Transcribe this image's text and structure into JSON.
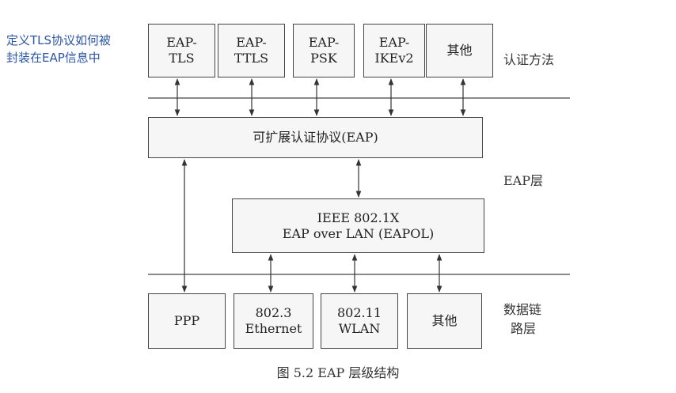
{
  "annotation": [
    "定义TLS协议如何被",
    "封装在EAP信息中"
  ],
  "methods": [
    {
      "line1": "EAP-",
      "line2": "TLS"
    },
    {
      "line1": "EAP-",
      "line2": "TTLS"
    },
    {
      "line1": "EAP-",
      "line2": "PSK"
    },
    {
      "line1": "EAP-",
      "line2": "IKEv2"
    },
    {
      "line1": "其他",
      "line2": ""
    }
  ],
  "eap_box": "可扩展认证协议(EAP)",
  "eapol_box": {
    "line1": "IEEE 802.1X",
    "line2": "EAP over LAN (EAPOL)"
  },
  "link_boxes": [
    {
      "line1": "PPP",
      "line2": ""
    },
    {
      "line1": "802.3",
      "line2": "Ethernet"
    },
    {
      "line1": "802.11",
      "line2": "WLAN"
    },
    {
      "line1": "其他",
      "line2": ""
    }
  ],
  "layer_labels": {
    "auth": "认证方法",
    "eap": "EAP层",
    "link_line1": "数据链",
    "link_line2": "路层"
  },
  "caption": "图 5.2   EAP 层级结构"
}
